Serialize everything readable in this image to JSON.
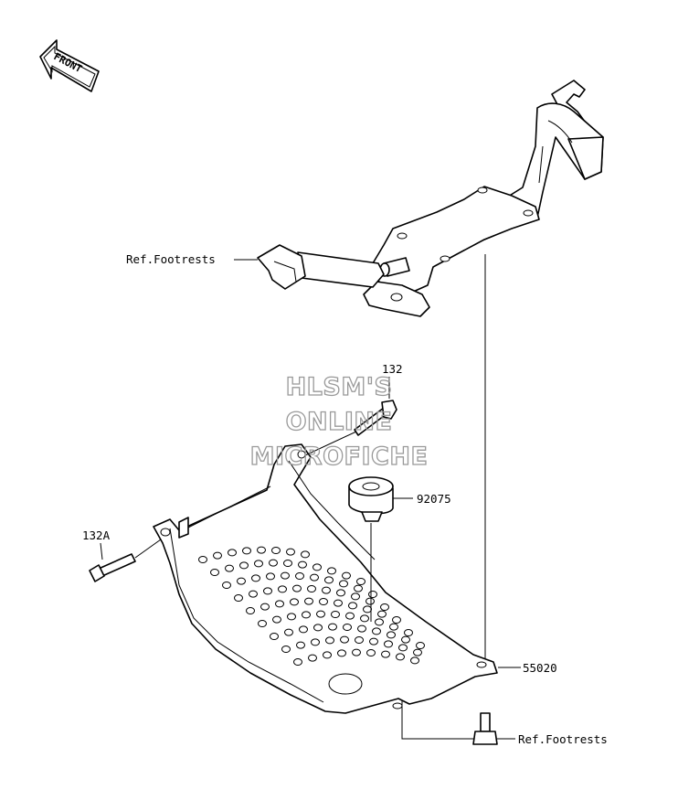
{
  "front_arrow": {
    "label": "FRONT"
  },
  "watermark": {
    "line1": "HLSM'S",
    "line2": "ONLINE",
    "line3": "MICROFICHE"
  },
  "callouts": {
    "ref_footrests_top": "Ref.Footrests",
    "bolt_132": "132",
    "bolt_132A": "132A",
    "collar_92075": "92075",
    "guard_55020": "55020",
    "ref_footrests_bottom": "Ref.Footrests"
  }
}
